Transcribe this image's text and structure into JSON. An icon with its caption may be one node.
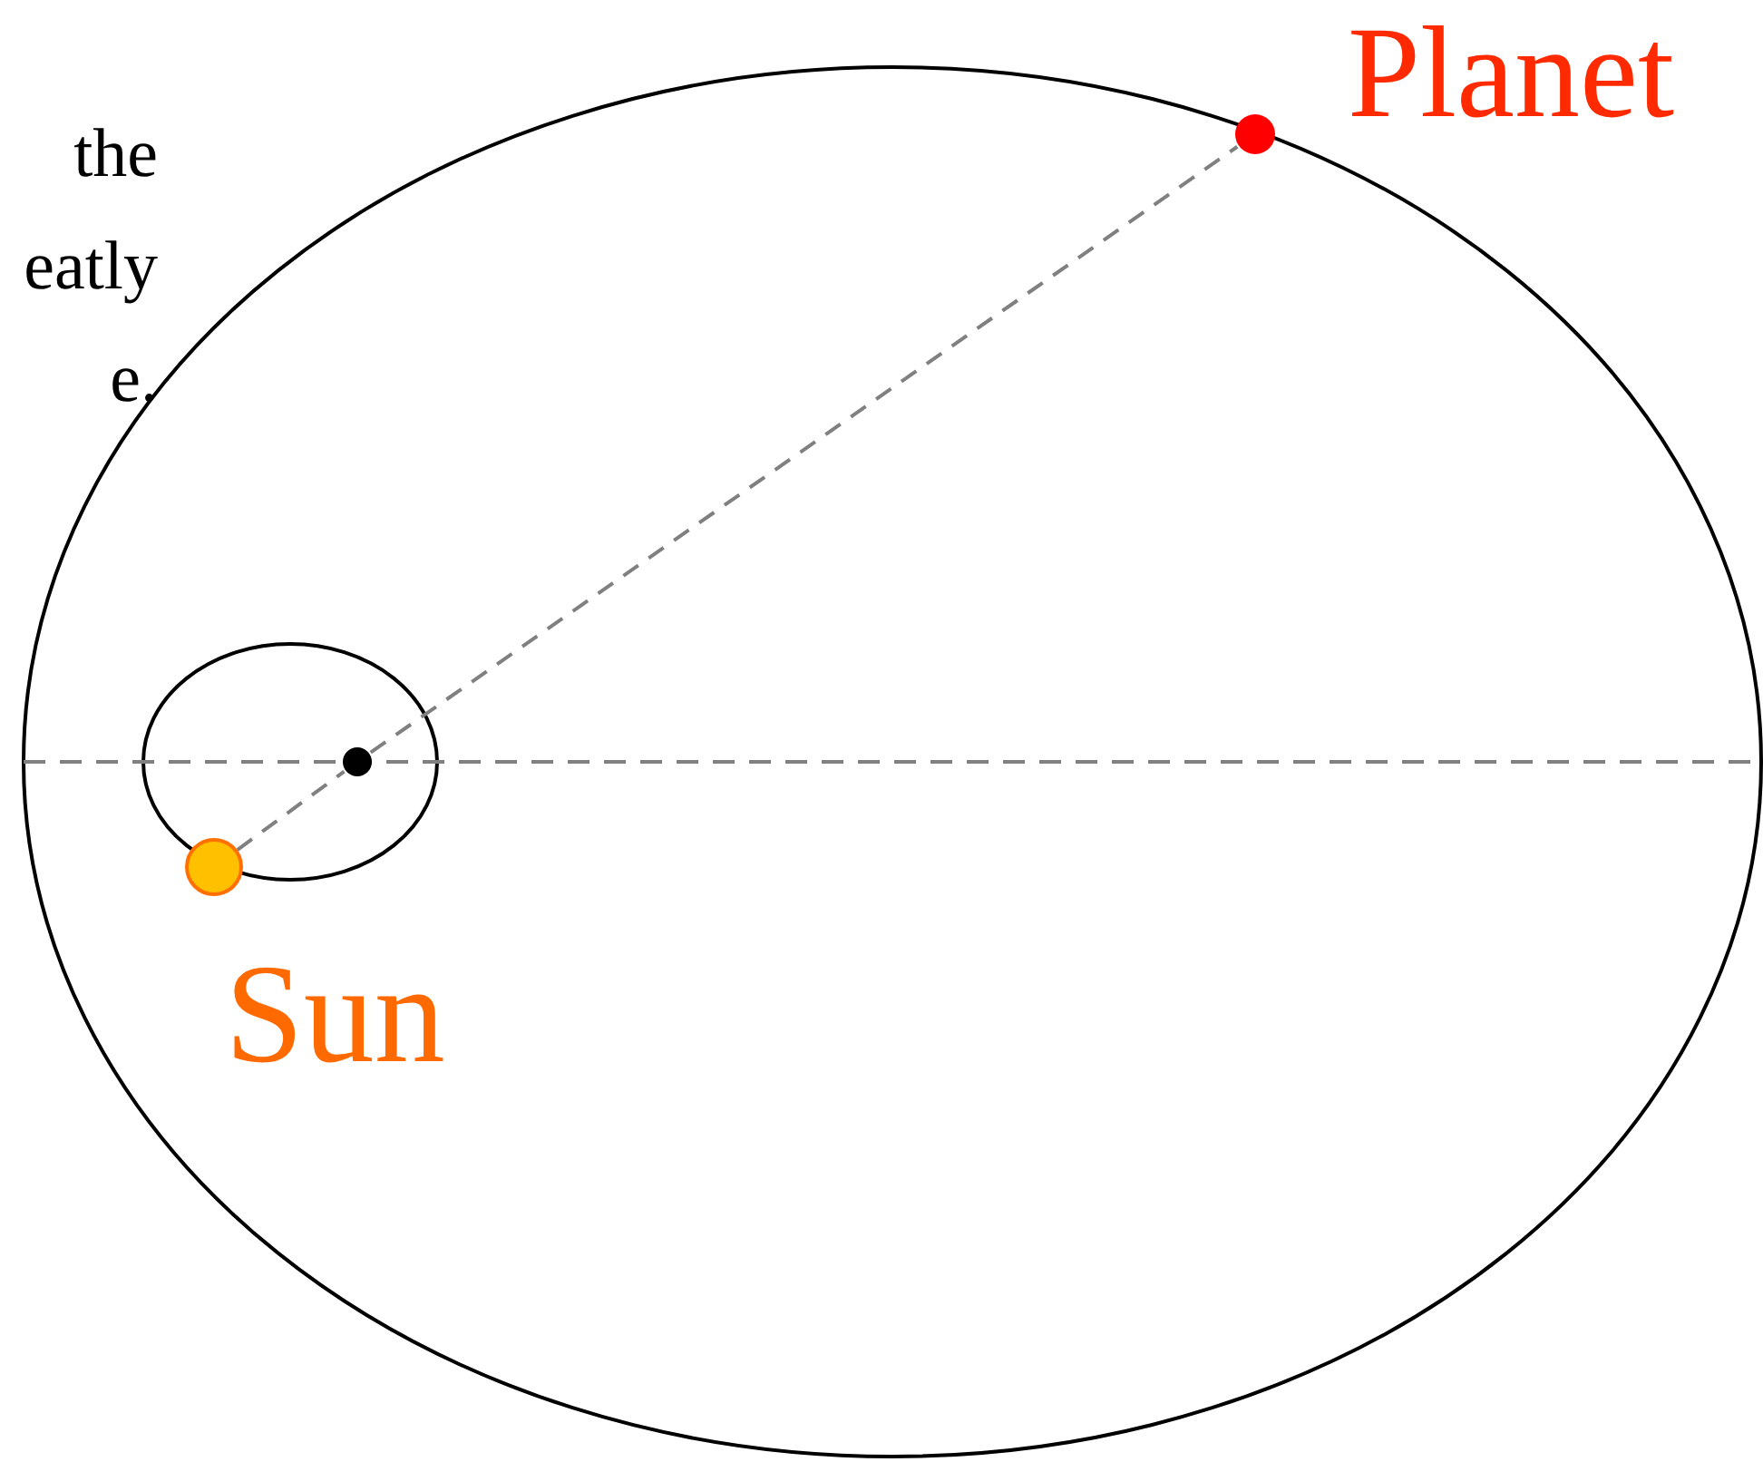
{
  "diagram": {
    "nodes": [
      {
        "text": [],
        "shape": "circle",
        "beside": [
          "Sun"
        ]
      },
      {
        "text": [],
        "shape": "circle"
      },
      {
        "text": [],
        "shape": "circle",
        "beside": [
          "Planet"
        ]
      }
    ],
    "edges": [
      {
        "from": 0,
        "to": 1,
        "arrow": "none",
        "style": "dashed"
      },
      {
        "from": 1,
        "to": 2,
        "arrow": "none",
        "style": "dashed"
      }
    ],
    "labels": [
      "the eatly e."
    ]
  }
}
